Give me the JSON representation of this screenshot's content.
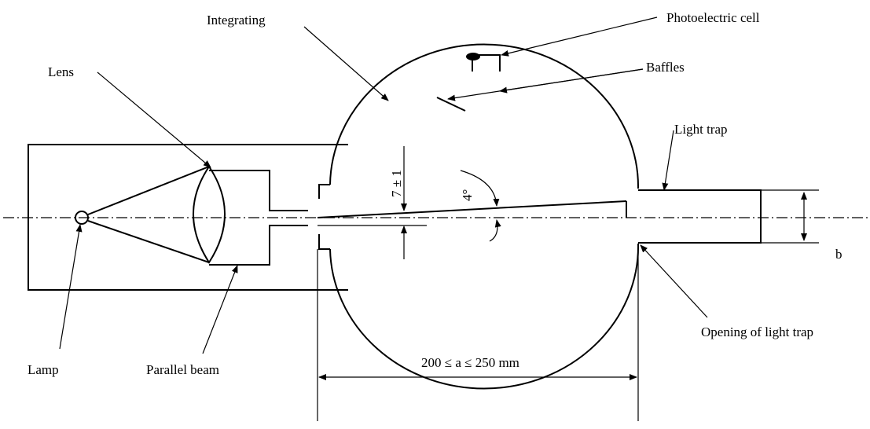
{
  "labels": {
    "integrating": "Integrating",
    "photocell": "Photoelectric cell",
    "baffles": "Baffles",
    "lens": "Lens",
    "light_trap": "Light trap",
    "angle": "4°",
    "offset": "7 ± 1",
    "b": "b",
    "opening": "Opening of light trap",
    "lamp": "Lamp",
    "parallel_beam": "Parallel beam",
    "dimension_a": "200 ≤ a ≤ 250 mm"
  }
}
